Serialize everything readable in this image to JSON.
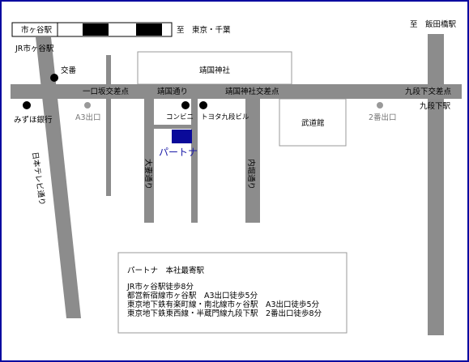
{
  "labels": {
    "station_sign": "市ヶ谷駅",
    "jr_station": "JR市ヶ谷駅",
    "koban": "交番",
    "to_tokyo": "至　東京・千葉",
    "to_iidabashi": "至　飯田橋駅",
    "yasukuni_shrine": "靖国神社",
    "ichigozaka_crossing": "一口坂交差点",
    "yasukuni_dori": "靖国通り",
    "yasukuni_shrine_crossing": "靖国神社交差点",
    "kudanshita_crossing": "九段下交差点",
    "kudanshita_station": "九段下駅",
    "mizuho_bank": "みずほ銀行",
    "a3_exit": "A3出口",
    "convenience_store": "コンビニ",
    "toyota_building": "トヨタ九段ビル",
    "budokan": "武道館",
    "exit2": "2番出口",
    "partner": "パートナ",
    "nittere_dori": "日本テレビ通り",
    "otsuma_dori": "大妻通り",
    "uchibori_dori": "内堀通り"
  },
  "access_box": {
    "title": "パートナ　本社最寄駅",
    "lines": [
      "JR市ヶ谷駅徒歩8分",
      "都営新宿線市ヶ谷駅　A3出口徒歩5分",
      "東京地下鉄有楽町線・南北線市ヶ谷駅　A3出口徒歩5分",
      "東京地下鉄東西線・半蔵門線九段下駅　2番出口徒歩8分"
    ]
  },
  "colors": {
    "border": "#0a0aa0",
    "road": "#8c8c8c",
    "partner": "#0a0a9a",
    "gray_marker": "#999999"
  }
}
